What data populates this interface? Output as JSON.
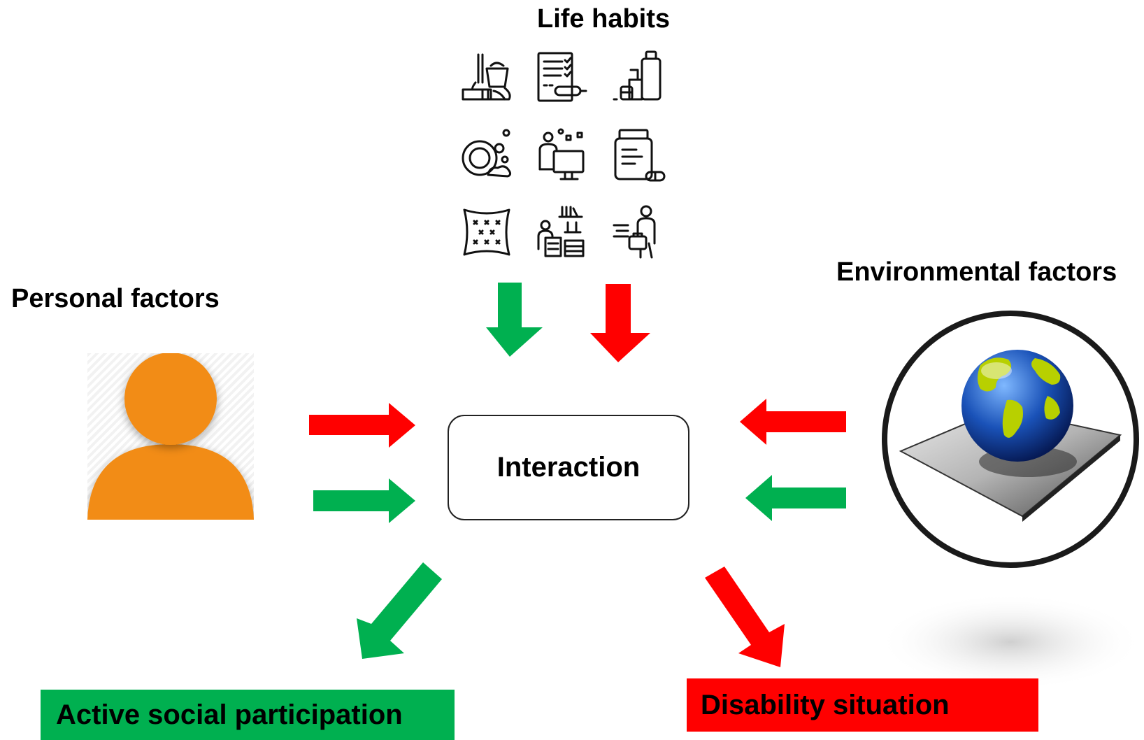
{
  "labels": {
    "life_habits": "Life habits",
    "personal_factors": "Personal factors",
    "environmental_factors": "Environmental factors",
    "interaction": "Interaction",
    "active_participation": "Active social participation",
    "disability_situation": "Disability situation"
  },
  "icons": [
    "cleaning-icon",
    "checklist-icon",
    "toiletries-icon",
    "dishwashing-icon",
    "computer-work-icon",
    "medication-icon",
    "pillow-icon",
    "study-icon",
    "commute-icon"
  ],
  "colors": {
    "positive": "#00b050",
    "negative": "#ff0000",
    "person": "#f28c14"
  }
}
